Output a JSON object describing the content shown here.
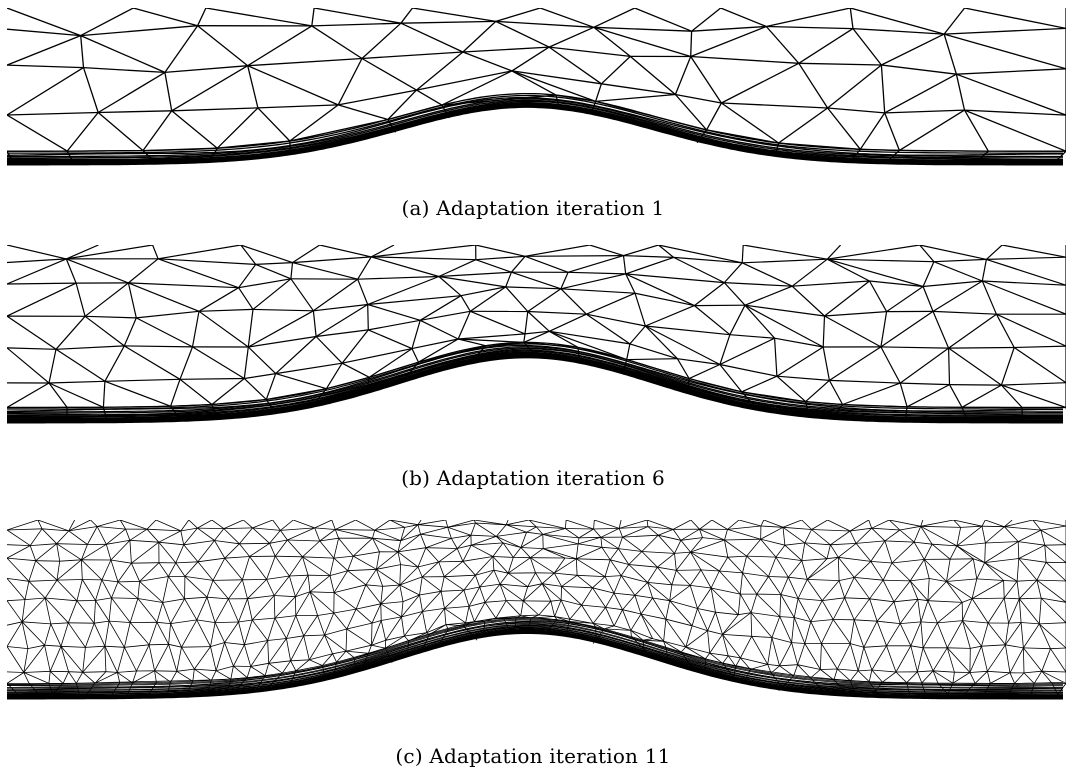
{
  "figure": {
    "panels": [
      {
        "id": "a",
        "caption": "(a) Adaptation iteration 1",
        "mesh_density": "coarse",
        "top_seeds": 10,
        "mid_seeds": 10,
        "boundary_layers": 14,
        "line_width": 1.3
      },
      {
        "id": "b",
        "caption": "(b) Adaptation iteration 6",
        "mesh_density": "medium",
        "top_seeds": 13,
        "mid_seeds": 14,
        "boundary_layers": 20,
        "line_width": 1.2
      },
      {
        "id": "c",
        "caption": "(c) Adaptation iteration 11",
        "mesh_density": "fine",
        "top_seeds": 36,
        "mid_seeds": 40,
        "boundary_layers": 30,
        "line_width": 0.8
      }
    ],
    "colors": {
      "mesh": "#000000",
      "background": "#ffffff"
    }
  }
}
